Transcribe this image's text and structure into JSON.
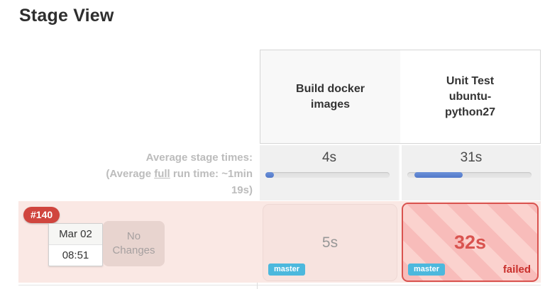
{
  "page": {
    "title": "Stage View"
  },
  "colors": {
    "failed_accent": "#d9534f",
    "failed_text": "#c9302c",
    "failed_row_bg": "#fae8e4",
    "branch_badge_bg": "#4cb8dd",
    "build_badge_bg": "#d0453e",
    "progress_fill_blue": "#5279c9",
    "progress_track": "#e2e2e2"
  },
  "stages": [
    {
      "name": "Build docker images",
      "avg_time": "4s",
      "bar": {
        "start_pct": 0,
        "width_pct": 7
      }
    },
    {
      "name": "Unit Test ubuntu-python27",
      "avg_time": "31s",
      "bar": {
        "start_pct": 5.5,
        "width_pct": 39
      }
    }
  ],
  "average_times": {
    "line1": "Average stage times:",
    "line2_prefix": "(Average ",
    "line2_underlined": "full",
    "line2_suffix": " run time: ~1min",
    "line3": "19s)"
  },
  "build": {
    "number": "#140",
    "date": "Mar 02",
    "time": "08:51",
    "changes": "No Changes",
    "runs": [
      {
        "duration": "5s",
        "branch": "master",
        "status": ""
      },
      {
        "duration": "32s",
        "branch": "master",
        "status": "failed"
      }
    ]
  }
}
